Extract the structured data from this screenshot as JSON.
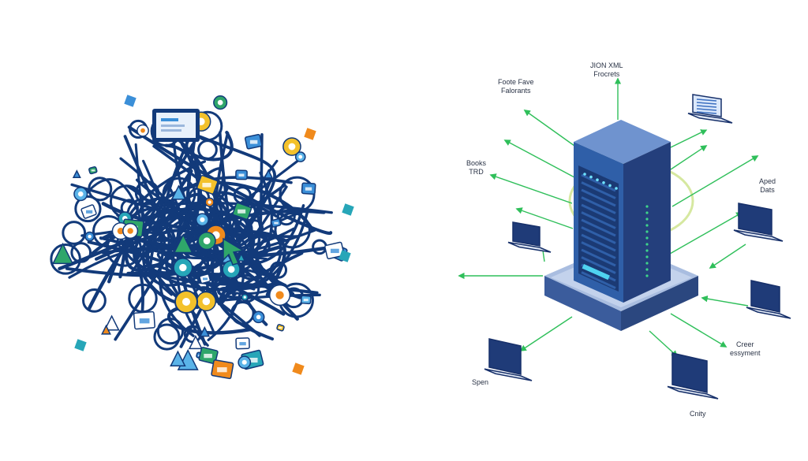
{
  "diagram": {
    "left_panel": {
      "depicts": "tangled mass of cables and app icons",
      "palette": {
        "cable": "#123a7a",
        "blue": "#3b8fd8",
        "teal": "#27a6b8",
        "yellow": "#f3c12b",
        "orange": "#f08a1c",
        "green": "#2fa66a",
        "white": "#ffffff"
      },
      "icon_names": [
        "laptop-icon",
        "document-icon",
        "gear-icon",
        "cursor-icon",
        "location-pin-icon",
        "rainbow-icon",
        "google-g-icon",
        "music-note-icon",
        "mail-icon",
        "chart-icon",
        "image-icon",
        "cube-icon",
        "bulb-icon",
        "chat-icon"
      ]
    },
    "right_panel": {
      "depicts": "central server tower connected to laptops",
      "palette": {
        "server_front": "#2f5fa8",
        "server_side": "#243f7c",
        "server_top": "#5f86c6",
        "base": "#3b5c9c",
        "arrow": "#2fbf5a",
        "laptop": "#1f3b78",
        "glow": "#d6e8a0"
      },
      "labels": {
        "top_center": "JION XML\nFrocrets",
        "top_left": "Foote Fave\nFalorants",
        "left": "Books\nTRD",
        "right": "Aped\nDats",
        "bottom_right": "Creer\nessyment",
        "bottom_left": "Spen",
        "bottom_center": "Cnity"
      }
    }
  }
}
